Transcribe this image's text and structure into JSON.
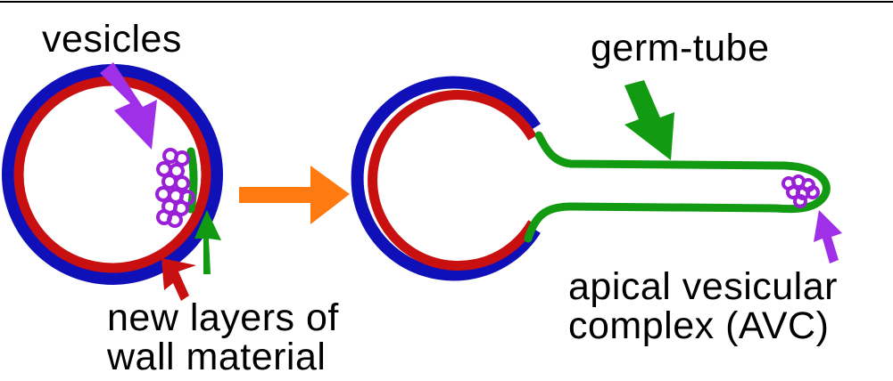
{
  "labels": {
    "vesicles": "vesicles",
    "germ_tube": "germ-tube",
    "new_layers": [
      "new layers of",
      "wall material"
    ],
    "avc": [
      "apical vesicular",
      "complex (AVC)"
    ]
  },
  "colors": {
    "outer_wall": "#1010b8",
    "inner_wall": "#c81010",
    "new_wall": "#129a12",
    "vesicle": "#9a20d8",
    "vesicle_arrow": "#a030e8",
    "transition_arrow": "#ff7a10",
    "top_rule": "#000000"
  },
  "vesicle_cluster_count": 13,
  "avc_vesicle_count": 7
}
